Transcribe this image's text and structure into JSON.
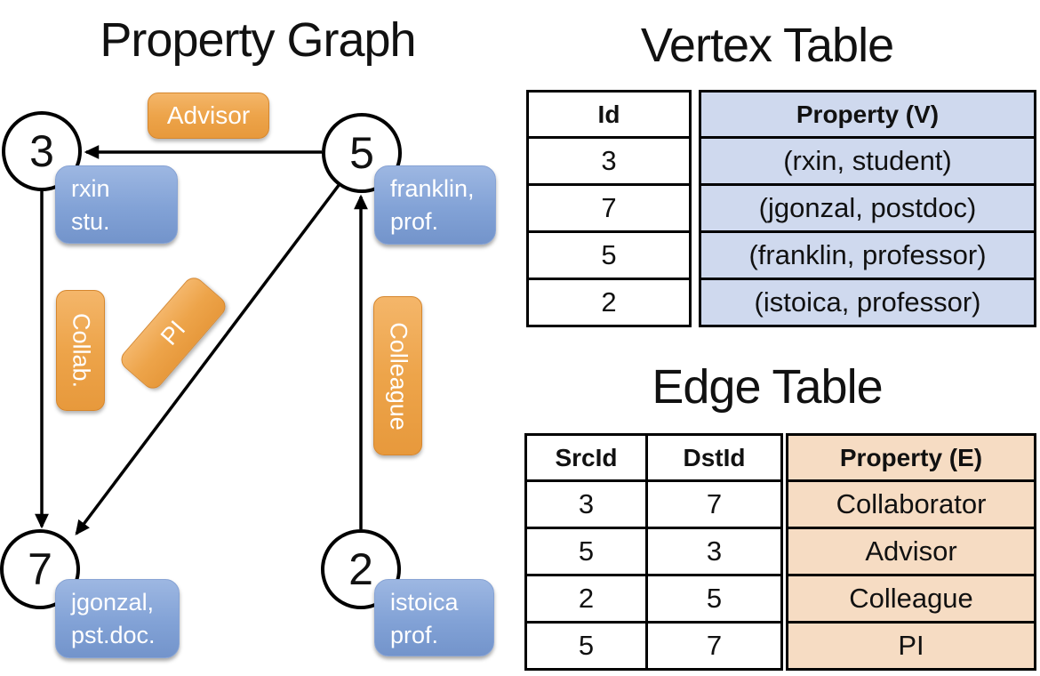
{
  "graph": {
    "title": "Property Graph",
    "nodes": {
      "n3": {
        "id": "3",
        "label_lines": [
          "rxin",
          "stu."
        ]
      },
      "n5": {
        "id": "5",
        "label_lines": [
          "franklin,",
          "prof."
        ]
      },
      "n7": {
        "id": "7",
        "label_lines": [
          "jgonzal,",
          "pst.doc."
        ]
      },
      "n2": {
        "id": "2",
        "label_lines": [
          "istoica",
          "prof."
        ]
      }
    },
    "edge_labels": {
      "advisor": "Advisor",
      "collab": "Collab.",
      "pi": "PI",
      "colleague": "Colleague"
    }
  },
  "vertex_table": {
    "title": "Vertex Table",
    "columns": [
      "Id",
      "Property (V)"
    ],
    "rows": [
      [
        "3",
        "(rxin, student)"
      ],
      [
        "7",
        "(jgonzal, postdoc)"
      ],
      [
        "5",
        "(franklin, professor)"
      ],
      [
        "2",
        "(istoica, professor)"
      ]
    ]
  },
  "edge_table": {
    "title": "Edge Table",
    "columns": [
      "SrcId",
      "DstId",
      "Property (E)"
    ],
    "rows": [
      [
        "3",
        "7",
        "Collaborator"
      ],
      [
        "5",
        "3",
        "Advisor"
      ],
      [
        "2",
        "5",
        "Colleague"
      ],
      [
        "5",
        "7",
        "PI"
      ]
    ]
  },
  "colors": {
    "vertex_cell_fill": "#cfd9ee",
    "edge_cell_fill": "#f6dcc3",
    "vertex_box_blue": "#7f9ed3",
    "edge_label_orange": "#eca54a",
    "line_black": "#000000"
  }
}
